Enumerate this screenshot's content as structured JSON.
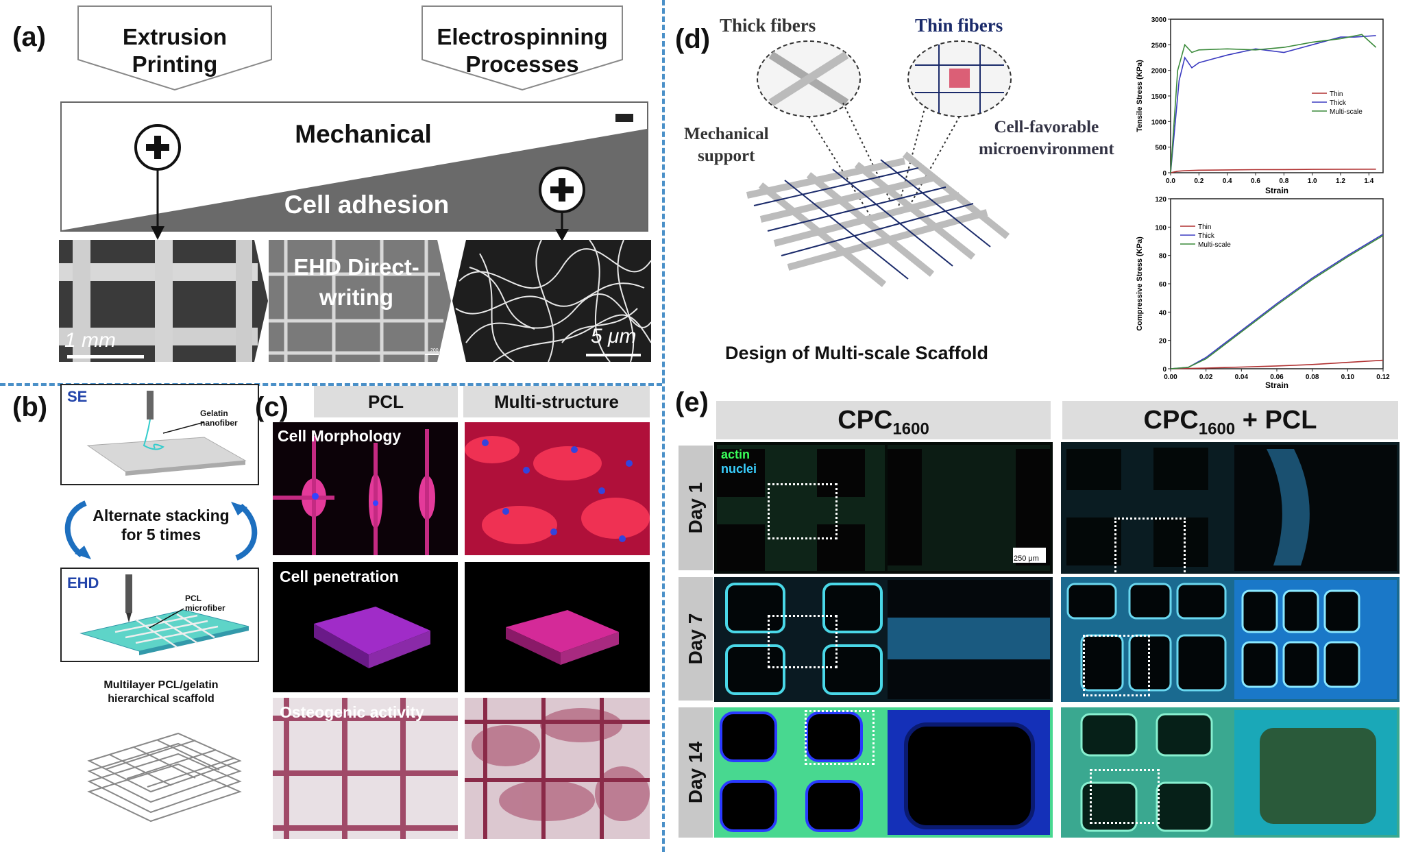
{
  "panel_a": {
    "label": "(a)",
    "left_box_l1": "Extrusion",
    "left_box_l2": "Printing",
    "right_box_l1": "Electrospinning",
    "right_box_l2": "Processes",
    "mechanical": "Mechanical",
    "cell_adhesion": "Cell adhesion",
    "plus": "+",
    "scale_1mm": "1 mm",
    "ehd_l1": "EHD Direct-",
    "ehd_l2": "writing",
    "scale_5um": "5 μm",
    "scale_200": "200 μm"
  },
  "panel_b": {
    "label": "(b)",
    "se": "SE",
    "gelatin_l1": "Gelatin",
    "gelatin_l2": "nanofiber",
    "stack_l1": "Alternate stacking",
    "stack_l2": "for 5 times",
    "ehd": "EHD",
    "pcl_l1": "PCL",
    "pcl_l2": "microfiber",
    "multi_l1": "Multilayer PCL/gelatin",
    "multi_l2": "hierarchical scaffold"
  },
  "panel_c": {
    "label": "(c)",
    "col1": "PCL",
    "col2": "Multi-structure",
    "row1": "Cell Morphology",
    "row2": "Cell penetration",
    "row3": "Osteogenic activity"
  },
  "panel_d": {
    "label": "(d)",
    "thick": "Thick fibers",
    "thin": "Thin fibers",
    "mech_l1": "Mechanical",
    "mech_l2": "support",
    "cell_l1": "Cell-favorable",
    "cell_l2": "microenvironment",
    "design": "Design of Multi-scale Scaffold"
  },
  "panel_e": {
    "label": "(e)",
    "col1_base": "CPC",
    "col1_sub": "1600",
    "col2_base": "CPC",
    "col2_sub": "1600",
    "col2_suffix": " + PCL",
    "day1": "Day 1",
    "day7": "Day 7",
    "day14": "Day 14",
    "actin": "actin",
    "nuclei": "nuclei",
    "scale": "250 μm"
  },
  "colors": {
    "accent_dash": "#4a90c8",
    "thin": "#b03030",
    "thick": "#3a3ac0",
    "multi": "#3a8a3a"
  },
  "chart_data": [
    {
      "type": "line",
      "title": "",
      "xlabel": "Strain",
      "ylabel": "Tensile Stress (KPa)",
      "xlim": [
        0.0,
        1.5
      ],
      "ylim": [
        0,
        3000
      ],
      "x_ticks": [
        0.0,
        0.2,
        0.4,
        0.6,
        0.8,
        1.0,
        1.2,
        1.4
      ],
      "y_ticks": [
        0,
        500,
        1000,
        1500,
        2000,
        2500,
        3000
      ],
      "legend_position": "center-right",
      "series": [
        {
          "name": "Thin",
          "color": "#b03030",
          "x": [
            0.0,
            0.05,
            0.1,
            0.2,
            0.4,
            0.6,
            0.8,
            1.0,
            1.2,
            1.45
          ],
          "y": [
            0,
            30,
            40,
            50,
            55,
            60,
            62,
            65,
            68,
            70
          ]
        },
        {
          "name": "Thick",
          "color": "#3a3ac0",
          "x": [
            0.0,
            0.06,
            0.1,
            0.15,
            0.2,
            0.4,
            0.6,
            0.8,
            1.0,
            1.2,
            1.3,
            1.45
          ],
          "y": [
            0,
            1800,
            2250,
            2050,
            2150,
            2300,
            2420,
            2350,
            2500,
            2650,
            2650,
            2680
          ]
        },
        {
          "name": "Multi-scale",
          "color": "#3a8a3a",
          "x": [
            0.0,
            0.05,
            0.1,
            0.15,
            0.2,
            0.4,
            0.6,
            0.8,
            1.0,
            1.2,
            1.35,
            1.45
          ],
          "y": [
            0,
            2000,
            2500,
            2350,
            2400,
            2420,
            2400,
            2450,
            2550,
            2620,
            2700,
            2450
          ]
        }
      ]
    },
    {
      "type": "line",
      "title": "",
      "xlabel": "Strain",
      "ylabel": "Compressive Stress (KPa)",
      "xlim": [
        0.0,
        0.12
      ],
      "ylim": [
        0,
        120
      ],
      "x_ticks": [
        0.0,
        0.02,
        0.04,
        0.06,
        0.08,
        0.1,
        0.12
      ],
      "y_ticks": [
        0,
        20,
        40,
        60,
        80,
        100,
        120
      ],
      "legend_position": "top-left",
      "series": [
        {
          "name": "Thin",
          "color": "#b03030",
          "x": [
            0.0,
            0.02,
            0.04,
            0.06,
            0.08,
            0.1,
            0.12
          ],
          "y": [
            0,
            0.5,
            1.2,
            2,
            3,
            4.5,
            6
          ]
        },
        {
          "name": "Thick",
          "color": "#3a3ac0",
          "x": [
            0.0,
            0.01,
            0.02,
            0.04,
            0.06,
            0.08,
            0.1,
            0.12
          ],
          "y": [
            0,
            1,
            8,
            27,
            46,
            64,
            80,
            95
          ]
        },
        {
          "name": "Multi-scale",
          "color": "#3a8a3a",
          "x": [
            0.0,
            0.01,
            0.02,
            0.04,
            0.06,
            0.08,
            0.1,
            0.12
          ],
          "y": [
            0,
            1,
            7,
            26,
            45,
            63,
            79,
            94
          ]
        }
      ]
    }
  ]
}
